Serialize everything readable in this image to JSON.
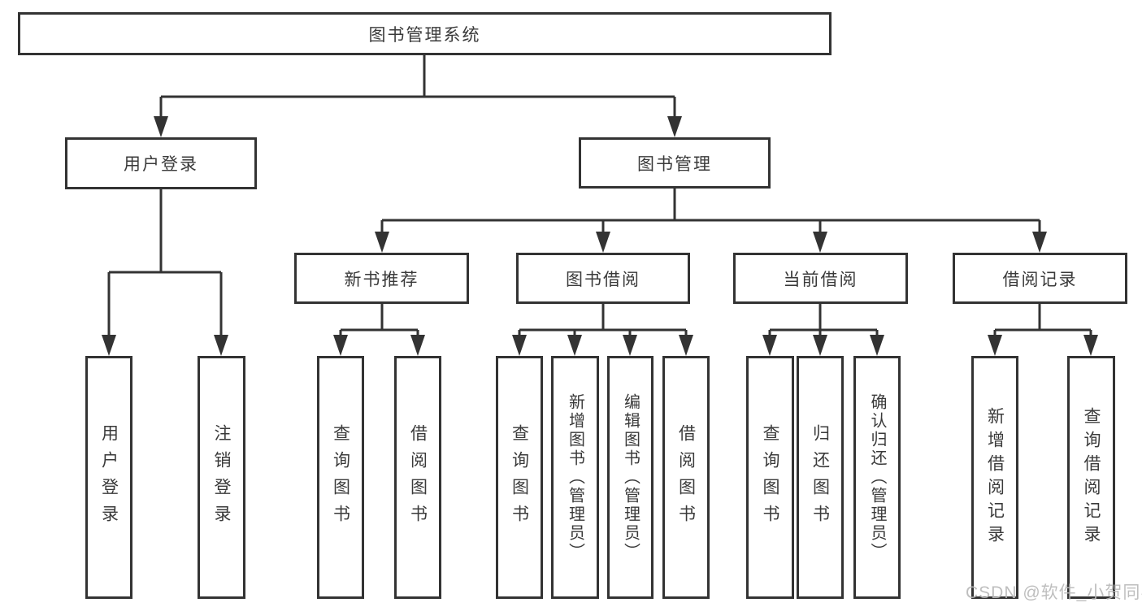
{
  "title": "图书管理系统",
  "watermark": "CSDN @软件_小贺同学",
  "colors": {
    "line": "#333333",
    "box_border": "#333333",
    "text": "#3a3a3a",
    "watermark": "#b9b9b9",
    "background": "#ffffff"
  },
  "nodes": {
    "root": {
      "label": "图书管理系统"
    },
    "user_login": {
      "label": "用户登录"
    },
    "book_management": {
      "label": "图书管理"
    },
    "new_book_recommend": {
      "label": "新书推荐"
    },
    "book_borrowing": {
      "label": "图书借阅"
    },
    "current_borrowing": {
      "label": "当前借阅"
    },
    "borrowing_records": {
      "label": "借阅记录"
    }
  },
  "leaves": {
    "user_login": [
      {
        "label": "用户登录"
      },
      {
        "label": "注销登录"
      }
    ],
    "new_book_recommend": [
      {
        "label": "查询图书"
      },
      {
        "label": "借阅图书"
      }
    ],
    "book_borrowing": [
      {
        "label": "查询图书"
      },
      {
        "label": "新增图书（管理员）"
      },
      {
        "label": "编辑图书（管理员）"
      },
      {
        "label": "借阅图书"
      }
    ],
    "current_borrowing": [
      {
        "label": "查询图书"
      },
      {
        "label": "归还图书"
      },
      {
        "label": "确认归还（管理员）"
      }
    ],
    "borrowing_records": [
      {
        "label": "新增借阅记录"
      },
      {
        "label": "查询借阅记录"
      }
    ]
  }
}
